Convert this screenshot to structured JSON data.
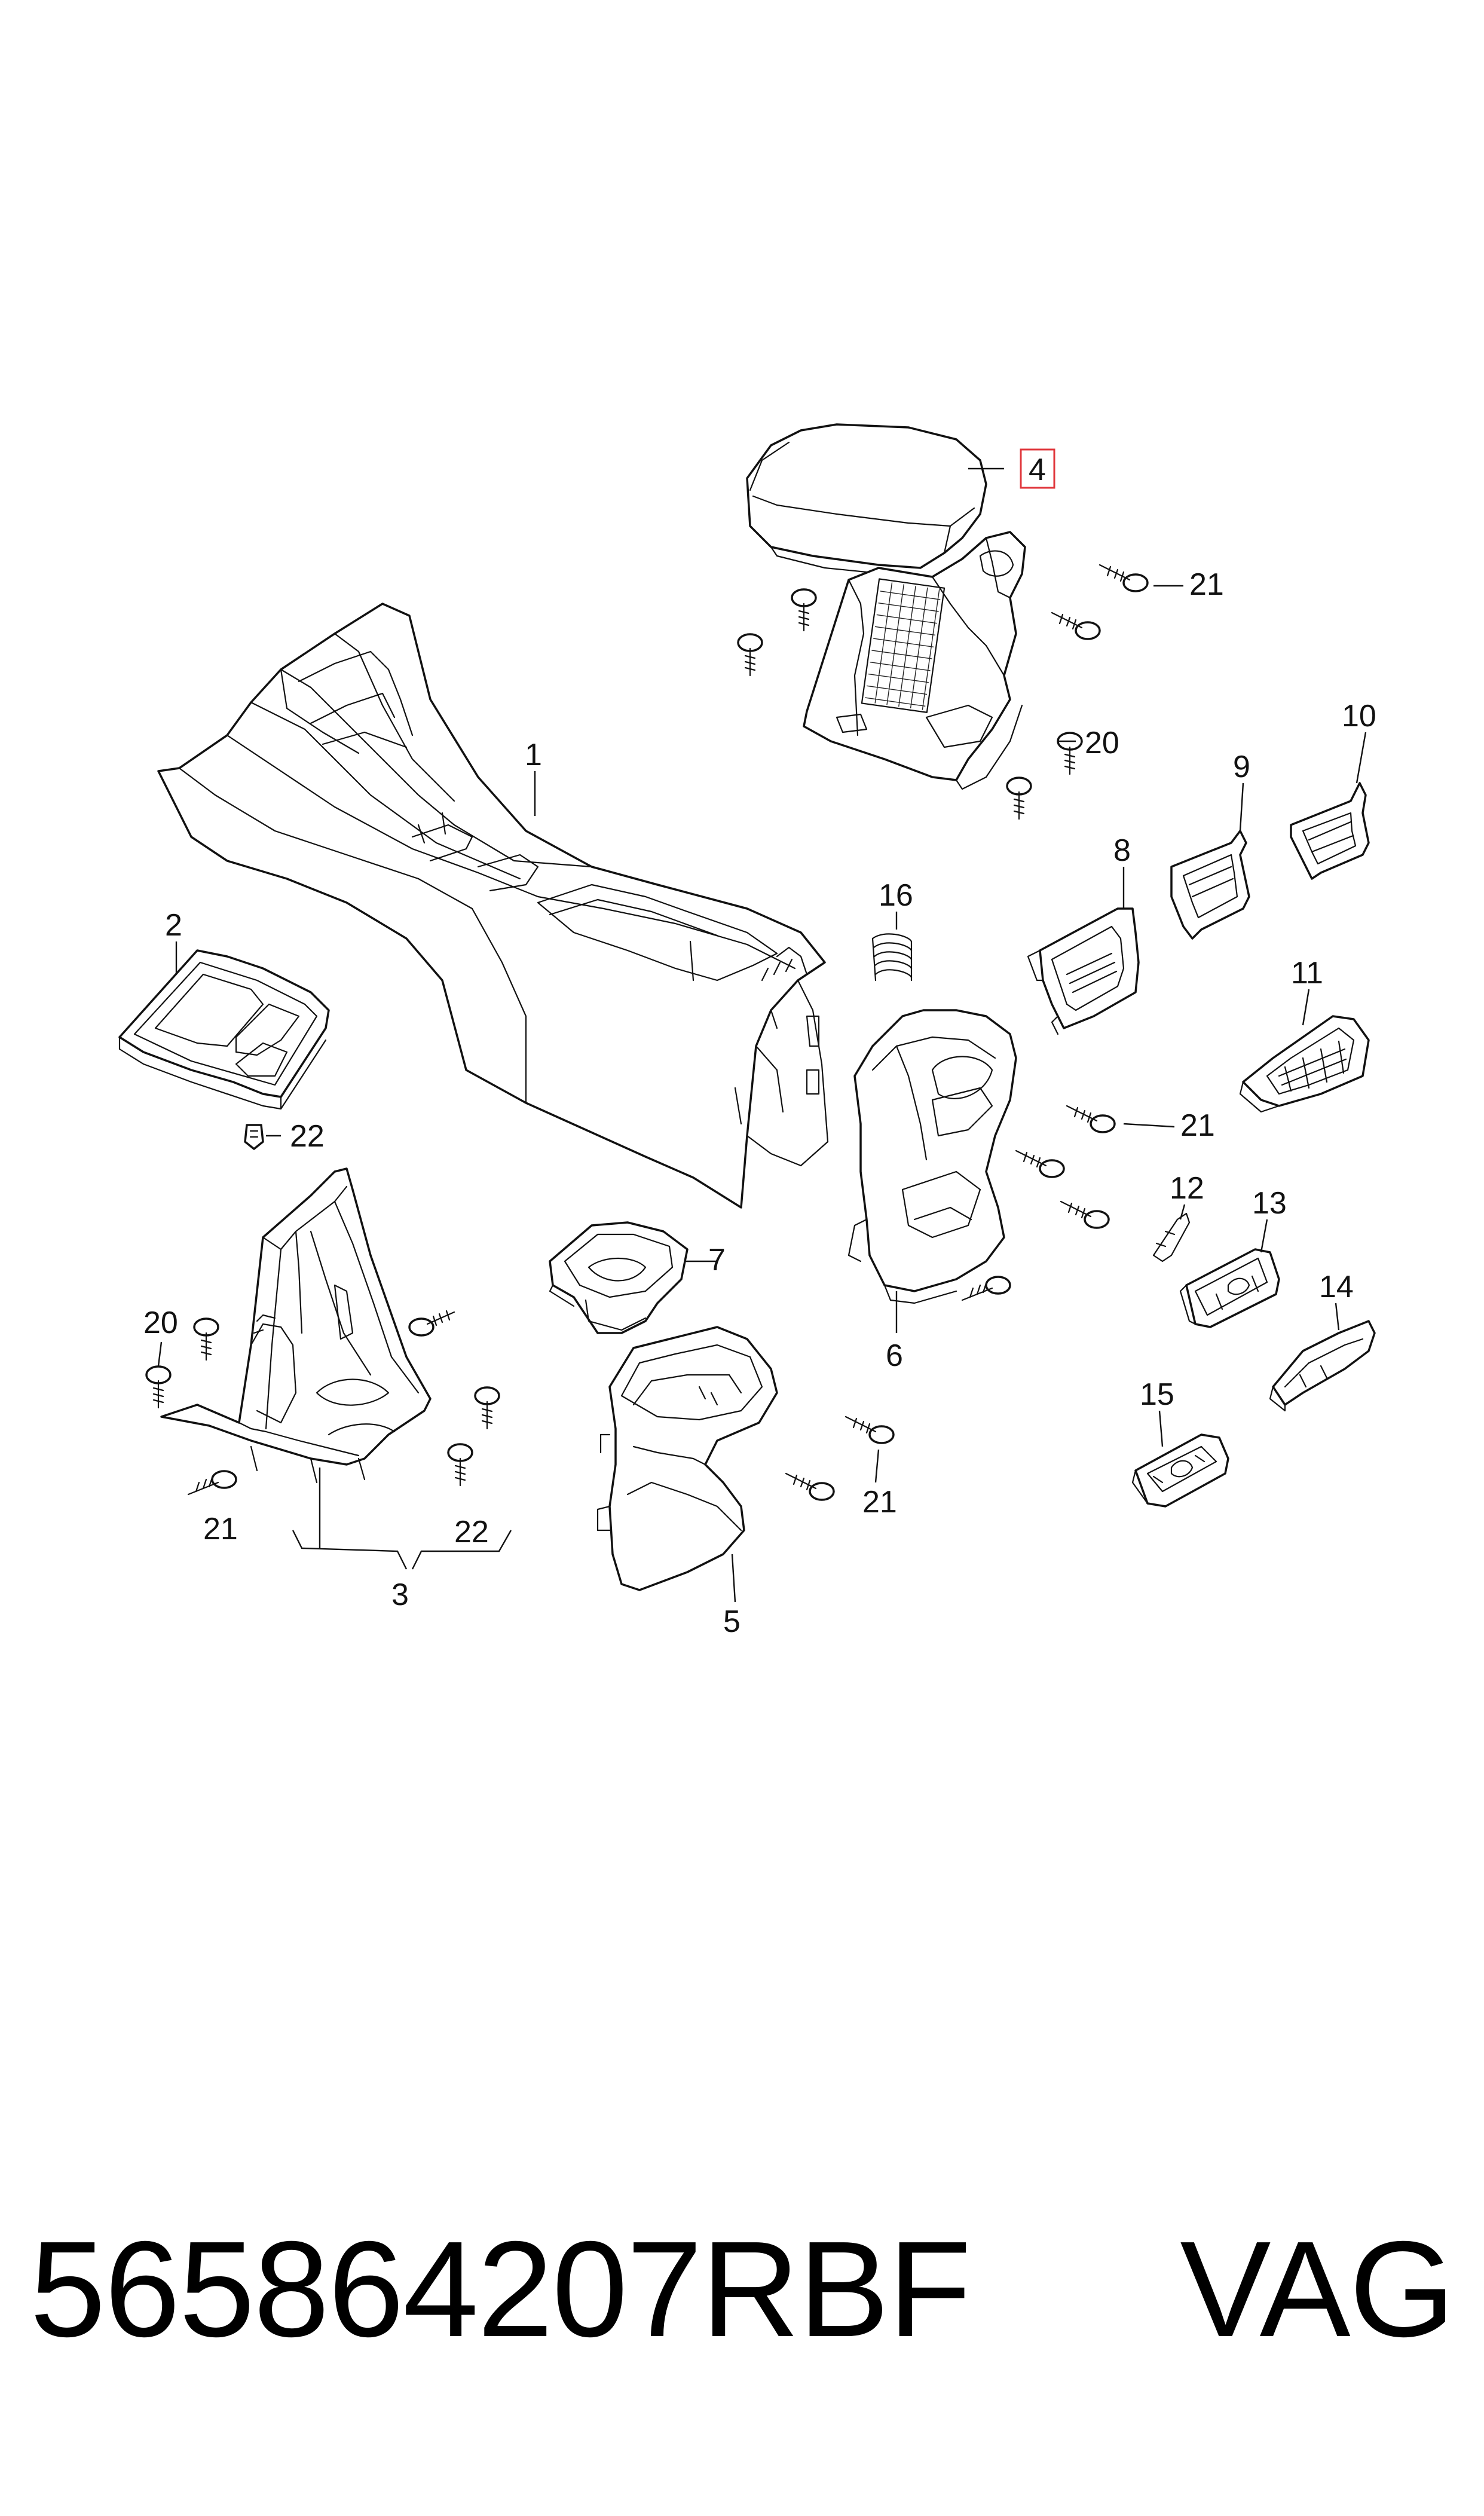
{
  "callouts": {
    "c1": "1",
    "c2": "2",
    "c3": "3",
    "c4": "4",
    "c5": "5",
    "c6": "6",
    "c7": "7",
    "c8": "8",
    "c9": "9",
    "c10": "10",
    "c11": "11",
    "c12": "12",
    "c13": "13",
    "c14": "14",
    "c15": "15",
    "c16": "16",
    "c20a": "20",
    "c20b": "20",
    "c21a": "21",
    "c21b": "21",
    "c21c": "21",
    "c21d": "21",
    "c22a": "22",
    "c22b": "22"
  },
  "highlight": {
    "color": "#e0363b",
    "label": "4"
  },
  "footer": {
    "part_number": "565864207RBF",
    "brand": "VAG"
  }
}
